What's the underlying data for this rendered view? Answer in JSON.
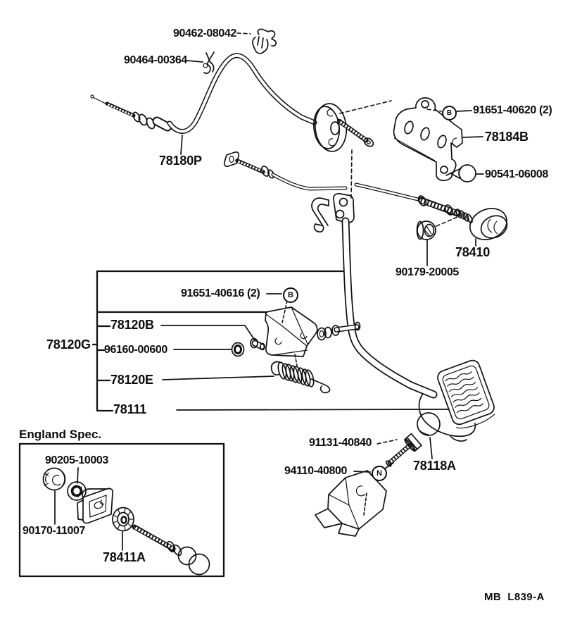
{
  "diagram": {
    "ink": "#111111",
    "bg": "#ffffff",
    "footer_code": "MB  L839-A",
    "inset_title": "England Spec."
  },
  "callouts": [
    {
      "letter": "B"
    },
    {
      "letter": "B"
    },
    {
      "letter": "N"
    }
  ],
  "labels": {
    "l90462": "90462-08042",
    "l90464": "90464-00364",
    "l78180p": "78180P",
    "l91651_40620": "91651-40620 (2)",
    "l78184b": "78184B",
    "l90541": "90541-06008",
    "l78410": "78410",
    "l90179": "90179-20005",
    "l91651_40616": "91651-40616 (2)",
    "l78120b": "78120B",
    "l78120g": "78120G",
    "l96160": "96160-00600",
    "l78120e": "78120E",
    "l78111": "78111",
    "l90205": "90205-10003",
    "l90170": "90170-11007",
    "l78411a": "78411A",
    "l91131": "91131-40840",
    "l94110": "94110-40800",
    "l78118a": "78118A"
  }
}
